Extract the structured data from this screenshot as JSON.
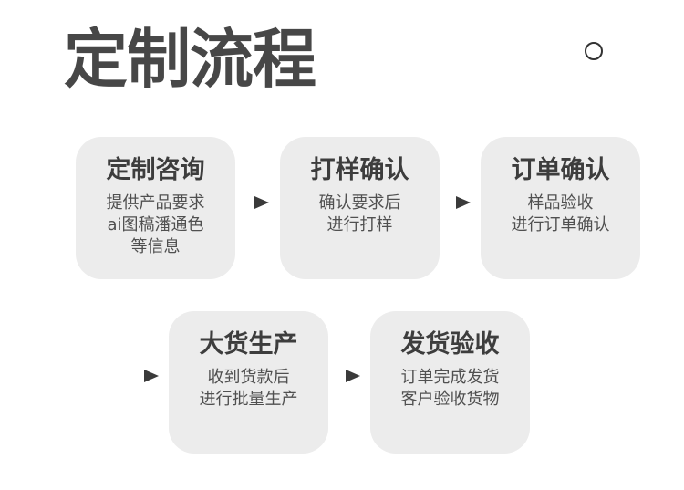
{
  "title": "定制流程",
  "steps": [
    {
      "title": "定制咨询",
      "lines": [
        "提供产品要求",
        "ai图稿潘通色",
        "等信息"
      ]
    },
    {
      "title": "打样确认",
      "lines": [
        "确认要求后",
        "进行打样"
      ]
    },
    {
      "title": "订单确认",
      "lines": [
        "样品验收",
        "进行订单确认"
      ]
    },
    {
      "title": "大货生产",
      "lines": [
        "收到货款后",
        "进行批量生产"
      ]
    },
    {
      "title": "发货验收",
      "lines": [
        "订单完成发货",
        "客户验收货物"
      ]
    }
  ],
  "colors": {
    "card_background": "#ececec",
    "title_text": "#474747",
    "body_text": "#505050",
    "arrow": "#3a3a3a"
  },
  "icons": {
    "top_right": "circle-outline-icon",
    "connector": "triangle-right-icon"
  }
}
